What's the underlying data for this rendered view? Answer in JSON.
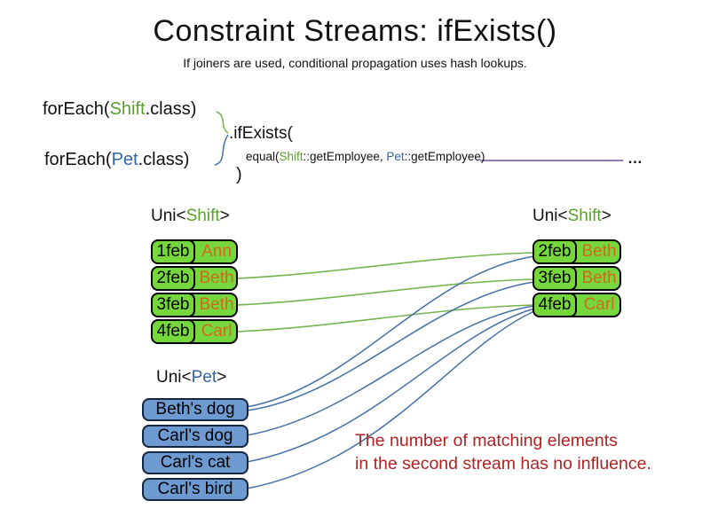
{
  "title": "Constraint Streams: ifExists()",
  "subtitle": "If joiners are used, conditional propagation uses hash lookups.",
  "code": {
    "foreach_shift": {
      "open": "forEach(",
      "type": "Shift",
      "close": ".class)"
    },
    "foreach_pet": {
      "open": "forEach(",
      "type": "Pet",
      "close": ".class)"
    },
    "if_exists": ".ifExists(",
    "equal": {
      "open": "equal(",
      "shift_type": "Shift",
      "middle": "::getEmployee, ",
      "pet_type": "Pet",
      "close": "::getEmployee)"
    },
    "close_paren": ")",
    "ellipsis": "…"
  },
  "left_shift_table": {
    "header": {
      "open": "Uni<",
      "type": "Shift",
      "close": ">"
    },
    "rows": [
      {
        "date": "1feb",
        "name": "Ann"
      },
      {
        "date": "2feb",
        "name": "Beth"
      },
      {
        "date": "3feb",
        "name": "Beth"
      },
      {
        "date": "4feb",
        "name": "Carl"
      }
    ]
  },
  "right_shift_table": {
    "header": {
      "open": "Uni<",
      "type": "Shift",
      "close": ">"
    },
    "rows": [
      {
        "date": "2feb",
        "name": "Beth"
      },
      {
        "date": "3feb",
        "name": "Beth"
      },
      {
        "date": "4feb",
        "name": "Carl"
      }
    ]
  },
  "pet_table": {
    "header": {
      "open": "Uni<",
      "type": "Pet",
      "close": ">"
    },
    "rows": [
      {
        "label": "Beth's dog"
      },
      {
        "label": "Carl's dog"
      },
      {
        "label": "Carl's cat"
      },
      {
        "label": "Carl's bird"
      }
    ]
  },
  "note": {
    "line1": "The number of matching elements",
    "line2": "in the second stream has no influence."
  },
  "colors": {
    "shift_green_text": "#5aa02c",
    "pet_blue_text": "#3465a4",
    "row_green_fill": "#76d73c",
    "row_orange_text": "#d2691e",
    "pet_blue_fill": "#6d9bd1",
    "note_red_text": "#b02222",
    "connector_green": "#77b34e",
    "connector_blue": "#4470a6",
    "joiner_line_purple": "#907bb0"
  }
}
